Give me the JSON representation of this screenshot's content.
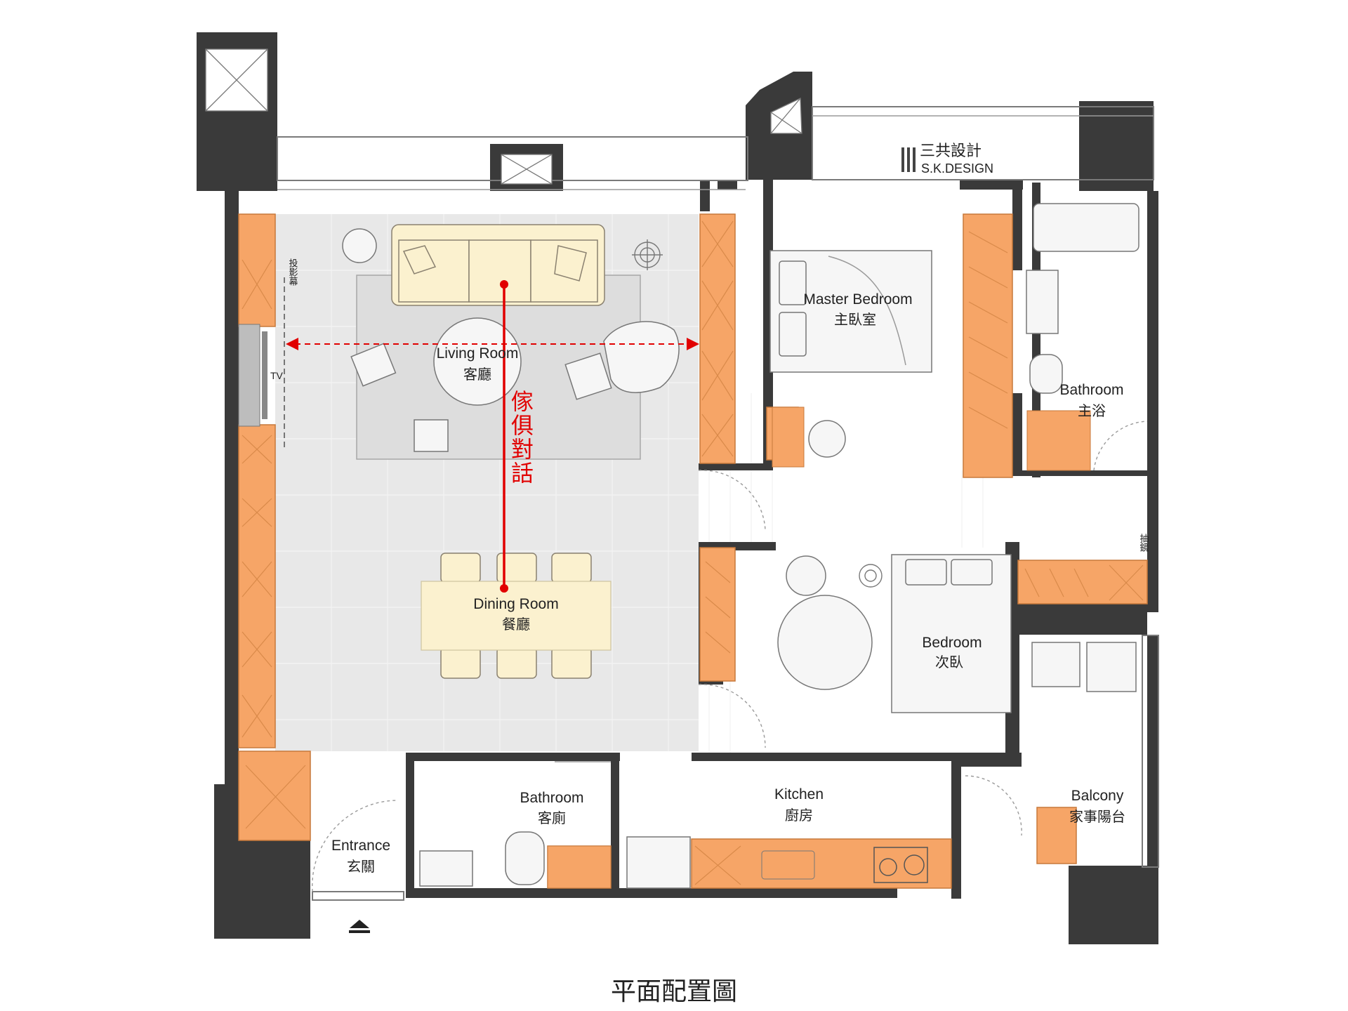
{
  "brand": {
    "name_zh": "三共設計",
    "name_en": "S.K.DESIGN"
  },
  "title": "平面配置圖",
  "annotation": "傢俱對話",
  "colors": {
    "wall": "#3a3a3a",
    "cabinet": "#f6a567",
    "public_area": "#e8e8e8",
    "furniture_highlight": "#fbf1cf",
    "dialogue_line": "#e10000"
  },
  "rooms": {
    "living": {
      "en": "Living Room",
      "zh": "客廳"
    },
    "dining": {
      "en": "Dining Room",
      "zh": "餐廳"
    },
    "master": {
      "en": "Master Bedroom",
      "zh": "主臥室"
    },
    "master_bath": {
      "en": "Bathroom",
      "zh": "主浴"
    },
    "bedroom": {
      "en": "Bedroom",
      "zh": "次臥"
    },
    "guest_bath": {
      "en": "Bathroom",
      "zh": "客廁"
    },
    "kitchen": {
      "en": "Kitchen",
      "zh": "廚房"
    },
    "balcony": {
      "en": "Balcony",
      "zh": "家事陽台"
    },
    "entrance": {
      "en": "Entrance",
      "zh": "玄關"
    }
  },
  "labels": {
    "tv": "TV",
    "screen": "投影幕",
    "mirror": "抽鏡"
  }
}
